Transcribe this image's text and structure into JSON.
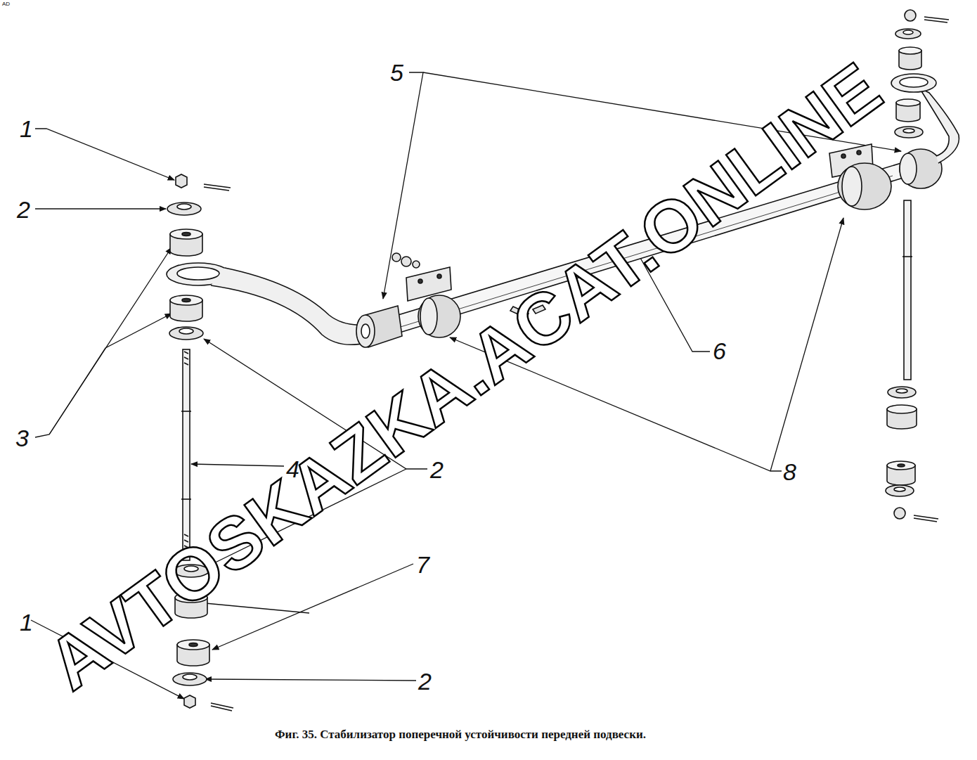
{
  "diagram": {
    "caption": "Фиг. 35. Стабилизатор поперечной устойчивости передней подвески.",
    "labels": [
      "AD",
      "5",
      "1",
      "2",
      "6",
      "3",
      "4",
      "2",
      "8",
      "7",
      "1",
      "2",
      "AVTOSKAZKA.ACAT.ONLINE"
    ]
  }
}
